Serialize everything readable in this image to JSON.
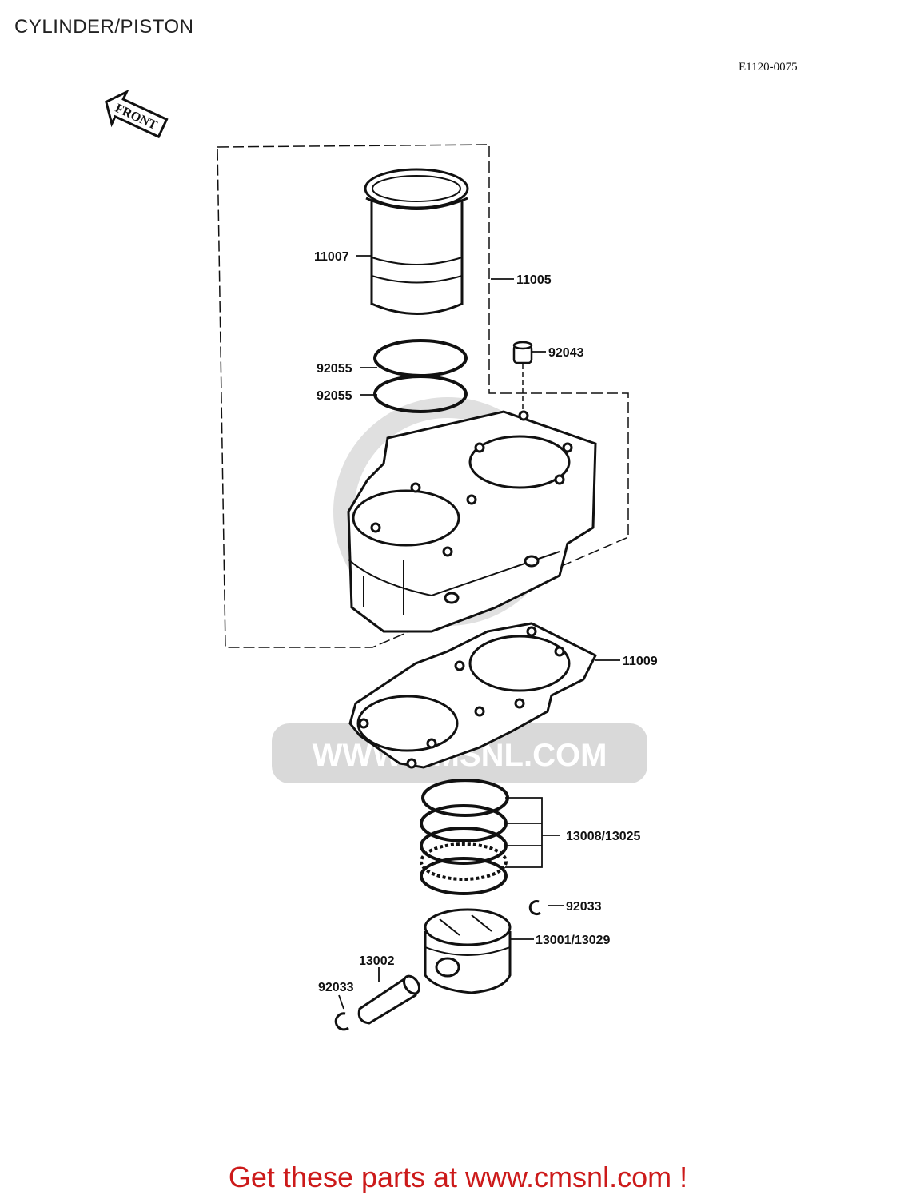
{
  "header": {
    "title": "CYLINDER/PISTON",
    "ref_code": "E1120-0075",
    "front_label": "FRONT"
  },
  "callouts": {
    "c11007": "11007",
    "c11005": "11005",
    "c92043": "92043",
    "c92055a": "92055",
    "c92055b": "92055",
    "c11009": "11009",
    "c13008": "13008/13025",
    "c92033a": "92033",
    "c13001": "13001/13029",
    "c13002": "13002",
    "c92033b": "92033"
  },
  "watermark": {
    "text": "WWW.CMSNL.COM"
  },
  "footer": {
    "link_text": "Get these parts at www.cmsnl.com !"
  },
  "colors": {
    "line": "#111111",
    "footer": "#cc1a1a",
    "watermark": "#d6d6d6"
  }
}
